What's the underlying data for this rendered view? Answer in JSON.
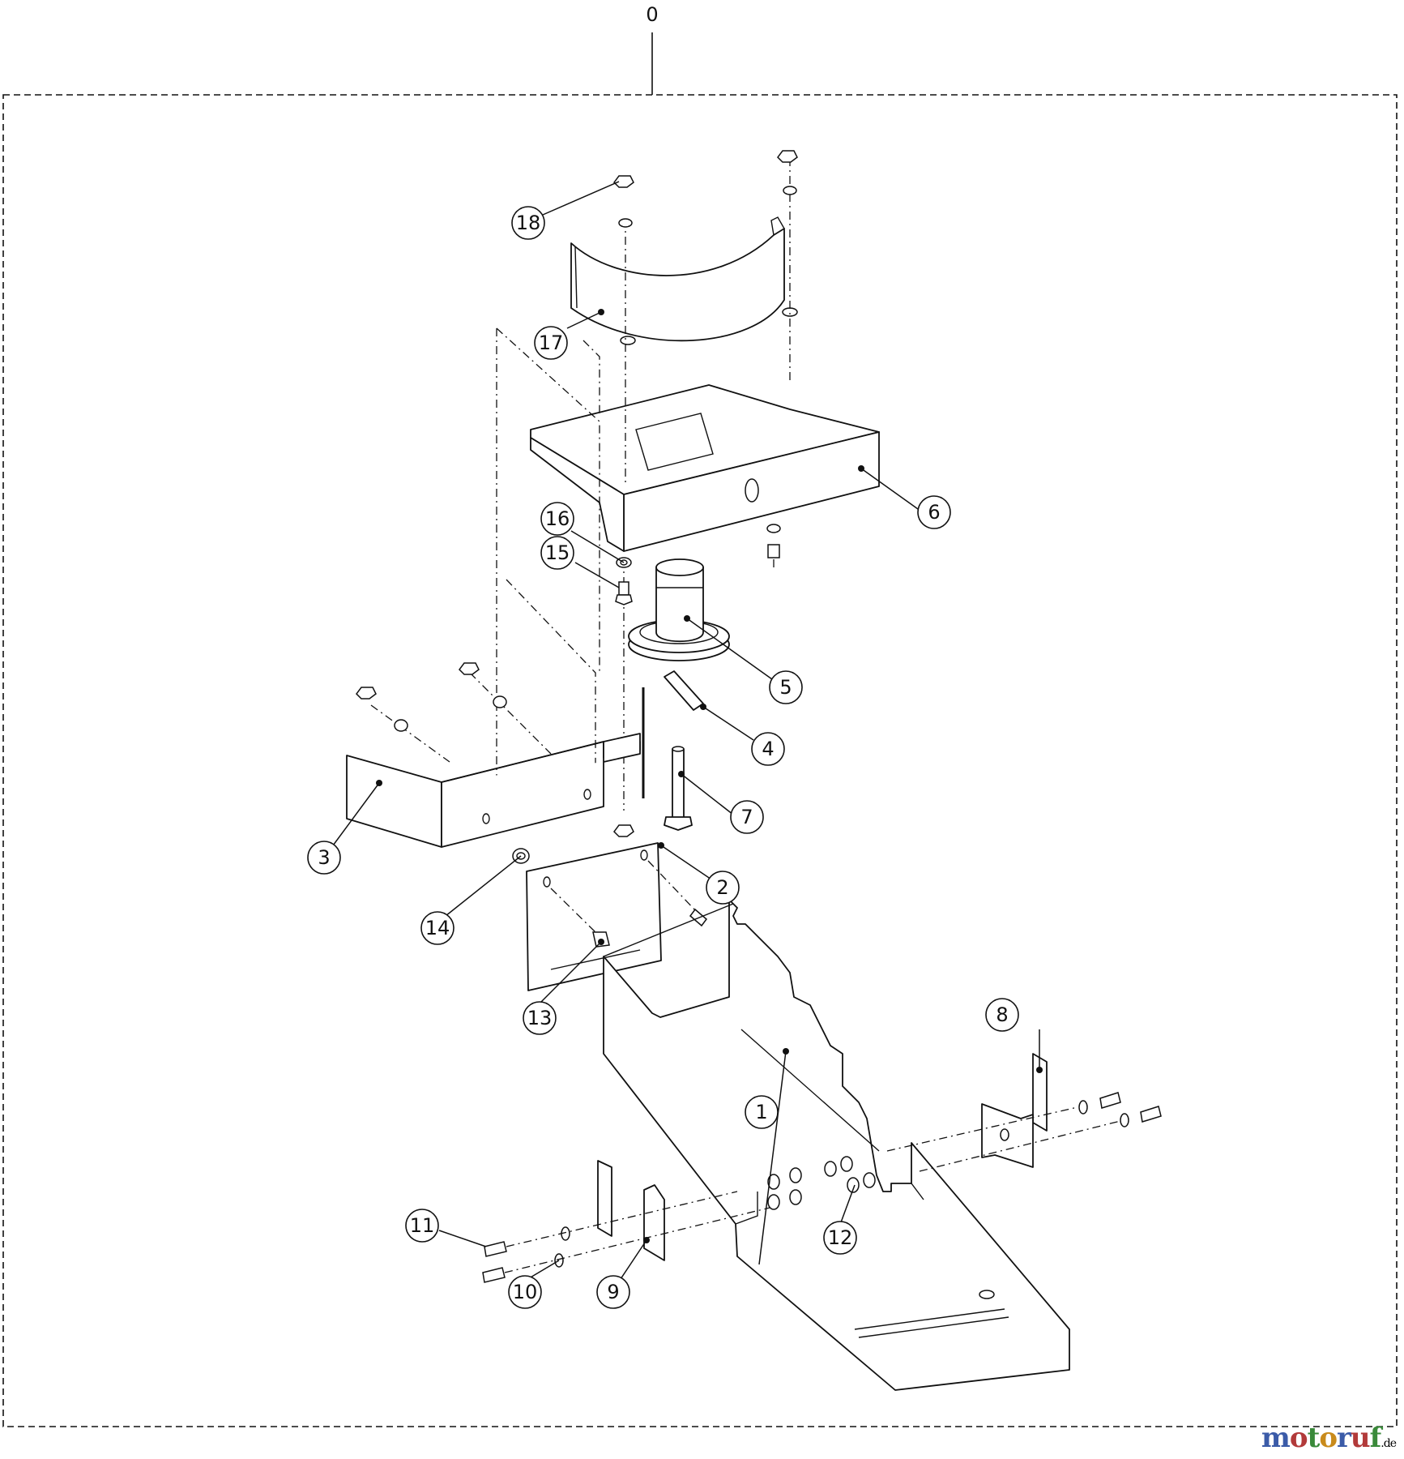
{
  "diagram": {
    "assembly_label": "0",
    "callouts": [
      {
        "id": "1",
        "label": "1"
      },
      {
        "id": "2",
        "label": "2"
      },
      {
        "id": "3",
        "label": "3"
      },
      {
        "id": "4",
        "label": "4"
      },
      {
        "id": "5",
        "label": "5"
      },
      {
        "id": "6",
        "label": "6"
      },
      {
        "id": "7",
        "label": "7"
      },
      {
        "id": "8",
        "label": "8"
      },
      {
        "id": "9",
        "label": "9"
      },
      {
        "id": "10",
        "label": "10"
      },
      {
        "id": "11",
        "label": "11"
      },
      {
        "id": "12",
        "label": "12"
      },
      {
        "id": "13",
        "label": "13"
      },
      {
        "id": "14",
        "label": "14"
      },
      {
        "id": "15",
        "label": "15"
      },
      {
        "id": "16",
        "label": "16"
      },
      {
        "id": "17",
        "label": "17"
      },
      {
        "id": "18",
        "label": "18"
      }
    ]
  },
  "watermark": {
    "text": "motoruf",
    "suffix": ".de",
    "letter_colors": [
      "#3b5ba8",
      "#b23a3a",
      "#3a8a3a",
      "#c98b1c",
      "#3b5ba8",
      "#b23a3a",
      "#3a8a3a"
    ]
  }
}
